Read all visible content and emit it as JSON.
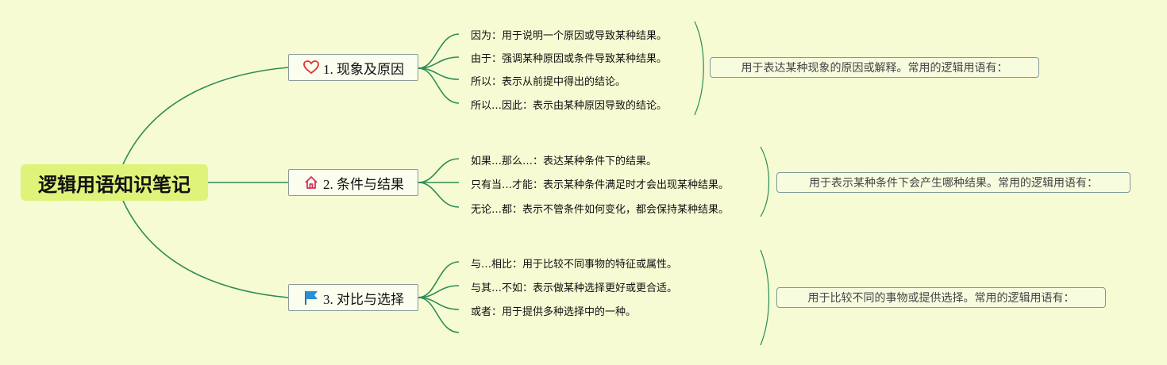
{
  "title": "逻辑用语知识笔记",
  "colors": {
    "connector": "#2e8b57",
    "root_fill": "#dff27a",
    "background": "#f6fbd3"
  },
  "branches": [
    {
      "label": "1. 现象及原因",
      "icon": "heart-icon",
      "items": [
        "因为：用于说明一个原因或导致某种结果。",
        "由于：强调某种原因或条件导致某种结果。",
        "所以：表示从前提中得出的结论。",
        "所以…因此：表示由某种原因导致的结论。"
      ],
      "summary": "用于表达某种现象的原因或解释。常用的逻辑用语有："
    },
    {
      "label": "2. 条件与结果",
      "icon": "home-icon",
      "items": [
        "如果…那么…：表达某种条件下的结果。",
        "只有当…才能：表示某种条件满足时才会出现某种结果。",
        "无论…都：表示不管条件如何变化，都会保持某种结果。"
      ],
      "summary": "用于表示某种条件下会产生哪种结果。常用的逻辑用语有："
    },
    {
      "label": "3. 对比与选择",
      "icon": "flag-icon",
      "items": [
        "与…相比：用于比较不同事物的特征或属性。",
        "与其…不如：表示做某种选择更好或更合适。",
        "或者：用于提供多种选择中的一种。",
        ""
      ],
      "summary": "用于比较不同的事物或提供选择。常用的逻辑用语有："
    }
  ]
}
